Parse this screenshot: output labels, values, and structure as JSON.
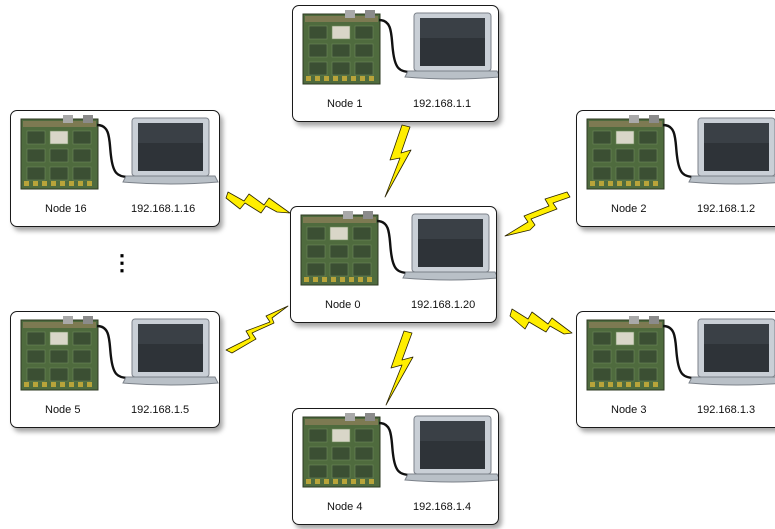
{
  "nodes": [
    {
      "id": "node-0",
      "name": "Node 0",
      "ip": "192.168.1.20"
    },
    {
      "id": "node-1",
      "name": "Node 1",
      "ip": "192.168.1.1"
    },
    {
      "id": "node-2",
      "name": "Node 2",
      "ip": "192.168.1.2"
    },
    {
      "id": "node-3",
      "name": "Node 3",
      "ip": "192.168.1.3"
    },
    {
      "id": "node-4",
      "name": "Node 4",
      "ip": "192.168.1.4"
    },
    {
      "id": "node-5",
      "name": "Node 5",
      "ip": "192.168.1.5"
    },
    {
      "id": "node-16",
      "name": "Node 16",
      "ip": "192.168.1.16"
    }
  ],
  "ellipsis": "⋮",
  "colors": {
    "box_border": "#1a1a1a",
    "bolt_fill": "#ffee00",
    "bolt_stroke": "#2b2400",
    "board_green": "#4f6b3e",
    "laptop_silver": "#c9cfd6",
    "screen": "#2e3338"
  }
}
